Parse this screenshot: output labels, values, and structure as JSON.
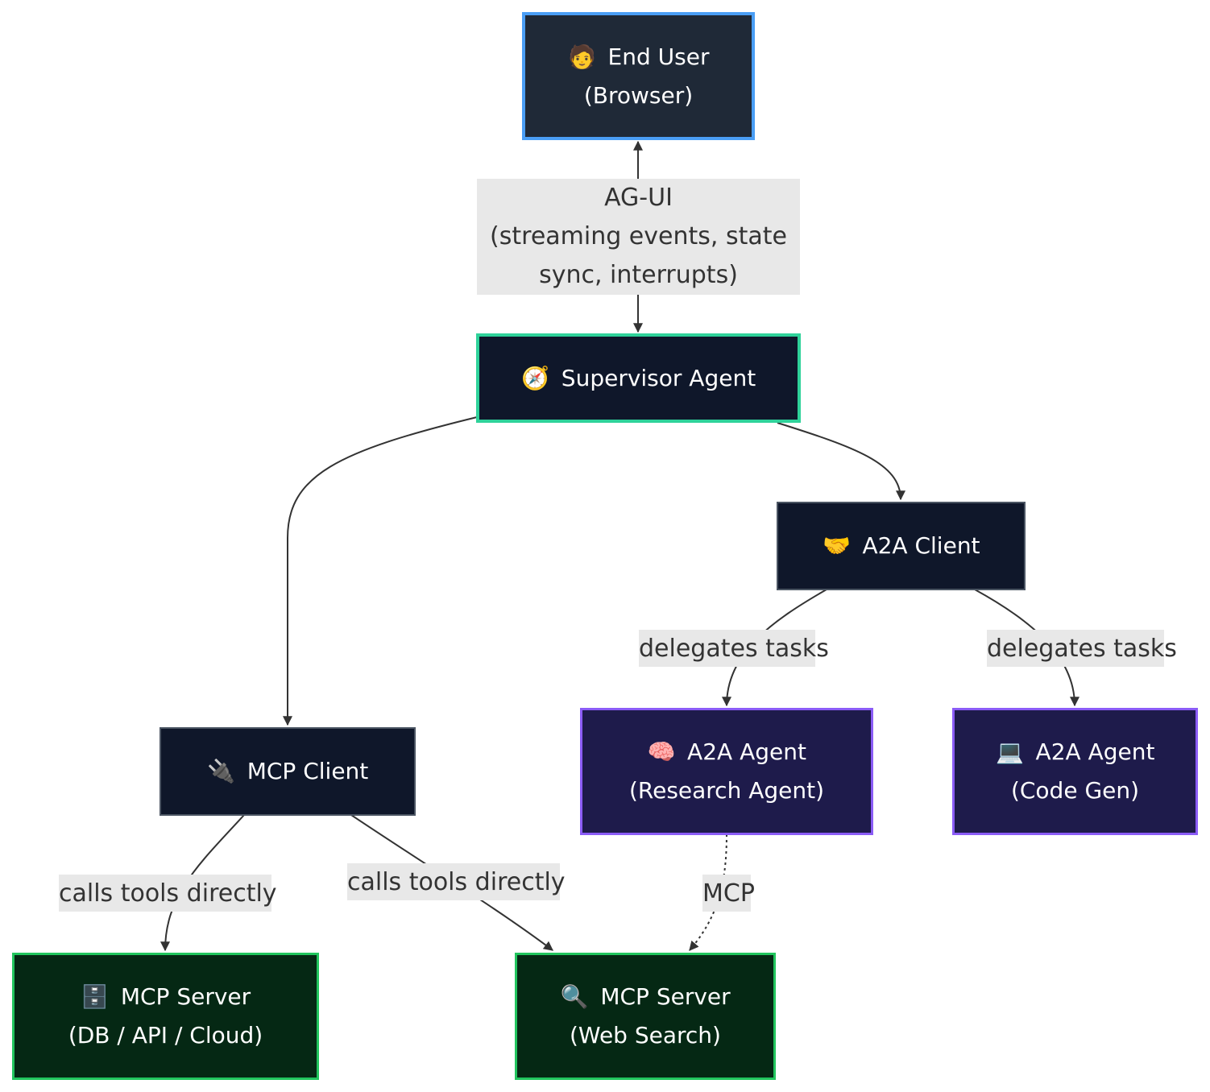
{
  "nodes": {
    "end_user": {
      "icon": "person-icon",
      "glyph": "🧑",
      "line1": "End User",
      "line2": "(Browser)"
    },
    "supervisor": {
      "icon": "compass-icon",
      "glyph": "🧭",
      "line1": "Supervisor Agent"
    },
    "a2a_client": {
      "icon": "handshake-icon",
      "glyph": "🤝",
      "line1": "A2A Client"
    },
    "mcp_client": {
      "icon": "plug-icon",
      "glyph": "🔌",
      "line1": "MCP Client"
    },
    "research_agent": {
      "icon": "brain-icon",
      "glyph": "🧠",
      "line1": "A2A Agent",
      "line2": "(Research Agent)"
    },
    "codegen_agent": {
      "icon": "laptop-icon",
      "glyph": "💻",
      "line1": "A2A Agent",
      "line2": "(Code Gen)"
    },
    "db_server": {
      "icon": "file-cabinet-icon",
      "glyph": "🗄️",
      "line1": "MCP Server",
      "line2": "(DB / API / Cloud)"
    },
    "search_server": {
      "icon": "magnifier-icon",
      "glyph": "🔍",
      "line1": "MCP Server",
      "line2": "(Web Search)"
    }
  },
  "edge_labels": {
    "agui_l1": "AG-UI",
    "agui_l2": "(streaming events, state",
    "agui_l3": "sync, interrupts)",
    "delegates_1": "delegates tasks",
    "delegates_2": "delegates tasks",
    "calls_1": "calls tools directly",
    "calls_2": "calls tools directly",
    "mcp": "MCP"
  },
  "colors": {
    "edge": "#333333",
    "user_border": "#4a9ef5",
    "supervisor_border": "#2fd29a",
    "agent_border": "#8b5cf6",
    "server_border": "#22c55e"
  }
}
